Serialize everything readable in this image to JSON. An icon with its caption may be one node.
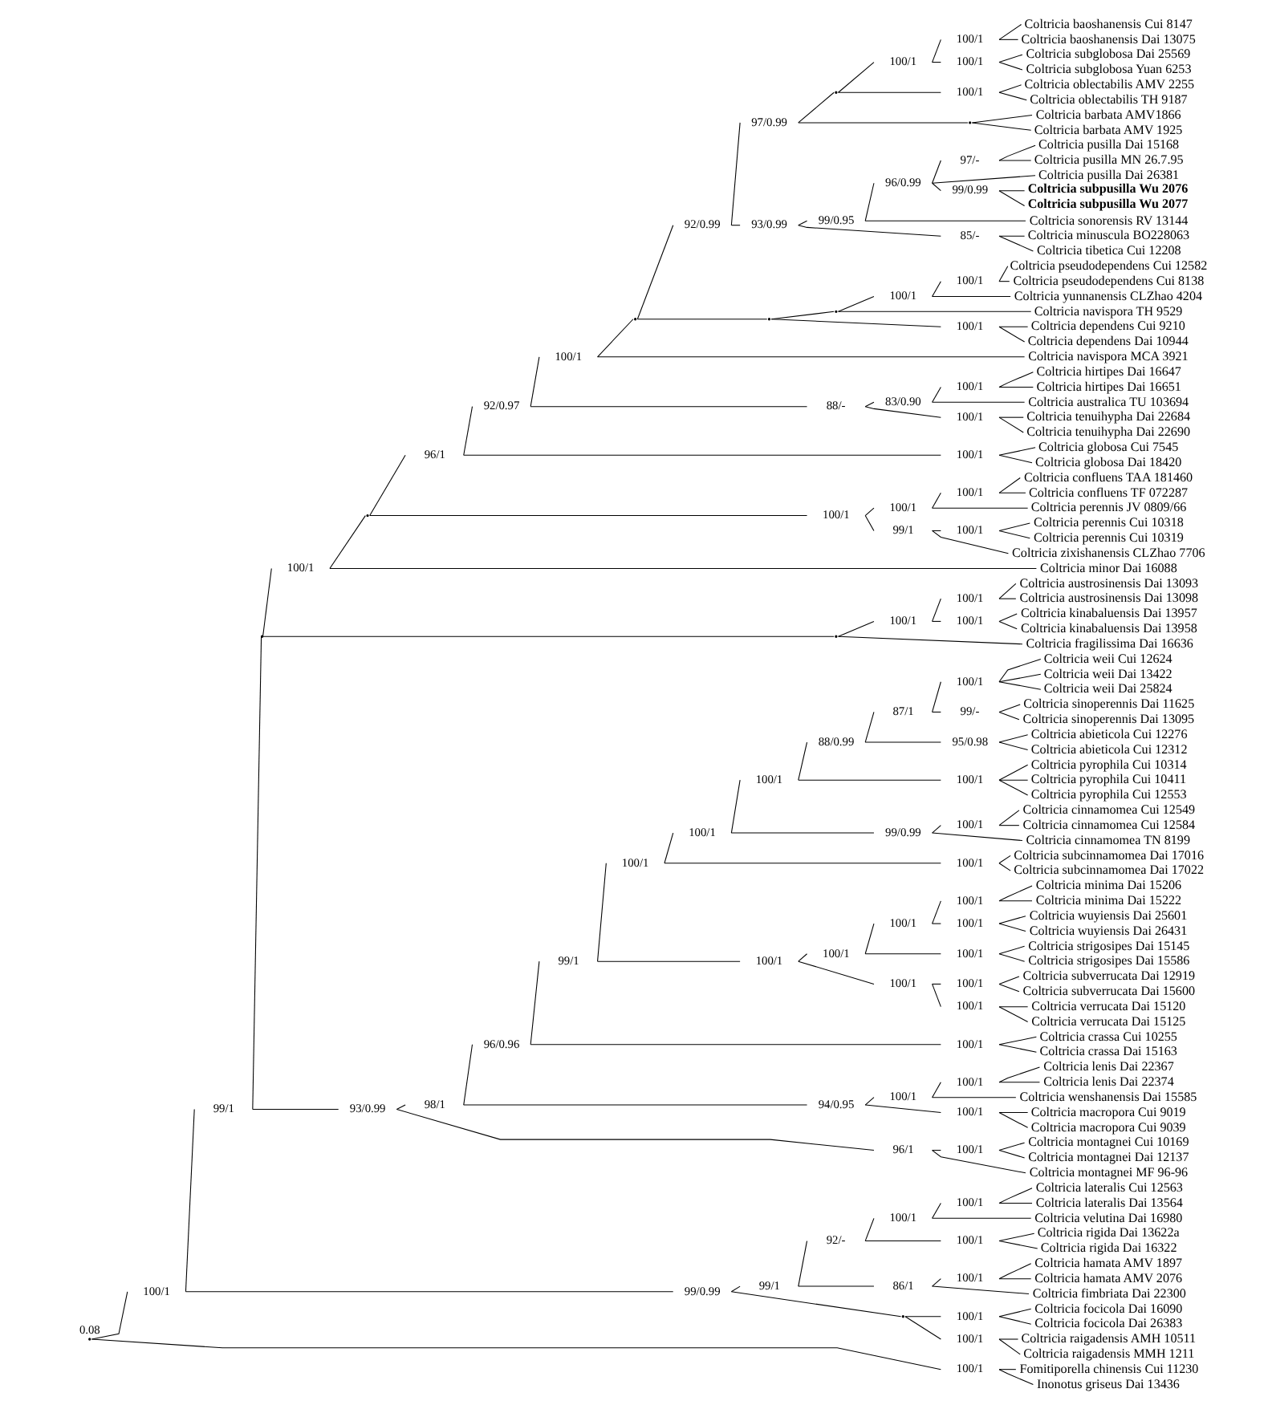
{
  "diagram": {
    "nodes": [
      {
        "text": [],
        "shape": "point"
      },
      {
        "text": [
          "100/1"
        ]
      },
      {
        "text": [
          "99/1"
        ]
      },
      {
        "text": [],
        "shape": "point"
      },
      {
        "text": [
          "100/1"
        ]
      },
      {
        "text": [],
        "shape": "point"
      },
      {
        "text": [
          "96/1"
        ]
      },
      {
        "text": [
          "92/0.97"
        ]
      },
      {
        "text": [
          "100/1"
        ]
      },
      {
        "text": [],
        "shape": "point"
      },
      {
        "text": [
          "92/0.99"
        ]
      },
      {
        "text": [
          "97/0.99"
        ]
      },
      {
        "text": [],
        "shape": "point"
      },
      {
        "text": [
          "100/1"
        ]
      },
      {
        "text": [
          "100/1"
        ]
      },
      {
        "text": [
          "*Coltricia baoshanensis* Cui 8147"
        ]
      },
      {
        "text": [
          "*Coltricia baoshanensis* Dai 13075"
        ]
      },
      {
        "text": [
          "100/1"
        ]
      },
      {
        "text": [
          "*Coltricia subglobosa* Dai 25569"
        ]
      },
      {
        "text": [
          "*Coltricia subglobosa* Yuan 6253"
        ]
      },
      {
        "text": [
          "100/1"
        ]
      },
      {
        "text": [
          "*Coltricia oblectabilis* AMV 2255"
        ]
      },
      {
        "text": [
          "*Coltricia oblectabilis* TH 9187"
        ]
      },
      {
        "text": [],
        "shape": "point"
      },
      {
        "text": [
          "*Coltricia barbata* AMV1866"
        ]
      },
      {
        "text": [
          "*Coltricia barbata* AMV 1925"
        ]
      },
      {
        "text": [
          "93/0.99"
        ]
      },
      {
        "text": [
          "99/0.95"
        ]
      },
      {
        "text": [
          "96/0.99"
        ]
      },
      {
        "text": [
          "97/-"
        ]
      },
      {
        "text": [
          "*Coltricia pusilla* Dai 15168"
        ]
      },
      {
        "text": [
          "*Coltricia pusilla* MN 26.7.95"
        ]
      },
      {
        "text": [
          "*Coltricia pusilla* Dai 26381"
        ]
      },
      {
        "text": [
          "99/0.99"
        ]
      },
      {
        "text": [
          "*Coltricia subpusilla* Wu 2076"
        ]
      },
      {
        "text": [
          "*Coltricia subpusilla* Wu 2077"
        ]
      },
      {
        "text": [
          "*Coltricia sonorensis* RV 13144"
        ]
      },
      {
        "text": [
          "85/-"
        ]
      },
      {
        "text": [
          "*Coltricia minuscula* BO228063"
        ]
      },
      {
        "text": [
          "*Coltricia tibetica* Cui 12208"
        ]
      },
      {
        "text": [],
        "shape": "point"
      },
      {
        "text": [],
        "shape": "point"
      },
      {
        "text": [
          "100/1"
        ]
      },
      {
        "text": [
          "100/1"
        ]
      },
      {
        "text": [
          "*Coltricia pseudodependens* Cui 12582"
        ]
      },
      {
        "text": [
          "*Coltricia pseudodependens* Cui 8138"
        ]
      },
      {
        "text": [
          "*Coltricia yunnanensis* CLZhao 4204"
        ]
      },
      {
        "text": [
          "*Coltricia navispora* TH 9529"
        ]
      },
      {
        "text": [
          "100/1"
        ]
      },
      {
        "text": [
          "*Coltricia dependens* Cui 9210"
        ]
      },
      {
        "text": [
          "*Coltricia dependens* Dai 10944"
        ]
      },
      {
        "text": [
          "*Coltricia navispora* MCA 3921"
        ]
      },
      {
        "text": [
          "88/-"
        ]
      },
      {
        "text": [
          "83/0.90"
        ]
      },
      {
        "text": [
          "100/1"
        ]
      },
      {
        "text": [
          "*Coltricia hirtipes* Dai 16647"
        ]
      },
      {
        "text": [
          "*Coltricia hirtipes* Dai 16651"
        ]
      },
      {
        "text": [
          "*Coltricia australica* TU 103694"
        ]
      },
      {
        "text": [
          "100/1"
        ]
      },
      {
        "text": [
          "*Coltricia tenuihypha* Dai 22684"
        ]
      },
      {
        "text": [
          "*Coltricia tenuihypha* Dai 22690"
        ]
      },
      {
        "text": [
          "100/1"
        ]
      },
      {
        "text": [
          "*Coltricia globosa* Cui 7545"
        ]
      },
      {
        "text": [
          "*Coltricia globosa* Dai 18420"
        ]
      },
      {
        "text": [
          "100/1"
        ]
      },
      {
        "text": [
          "100/1"
        ]
      },
      {
        "text": [
          "100/1"
        ]
      },
      {
        "text": [
          "*Coltricia confluens* TAA 181460"
        ]
      },
      {
        "text": [
          "*Coltricia confluens* TF 072287"
        ]
      },
      {
        "text": [
          "*Coltricia perennis* JV 0809/66"
        ]
      },
      {
        "text": [
          "99/1"
        ]
      },
      {
        "text": [
          "100/1"
        ]
      },
      {
        "text": [
          "*Coltricia perennis* Cui 10318"
        ]
      },
      {
        "text": [
          "*Coltricia perennis* Cui 10319"
        ]
      },
      {
        "text": [
          "*Coltricia zixishanensis* CLZhao 7706"
        ]
      },
      {
        "text": [
          "*Coltricia minor* Dai 16088"
        ]
      },
      {
        "text": [],
        "shape": "point"
      },
      {
        "text": [
          "100/1"
        ]
      },
      {
        "text": [
          "100/1"
        ]
      },
      {
        "text": [
          "*Coltricia austrosinensis* Dai 13093"
        ]
      },
      {
        "text": [
          "*Coltricia austrosinensis* Dai 13098"
        ]
      },
      {
        "text": [
          "100/1"
        ]
      },
      {
        "text": [
          "*Coltricia kinabaluensis* Dai 13957"
        ]
      },
      {
        "text": [
          "*Coltricia kinabaluensis* Dai 13958"
        ]
      },
      {
        "text": [
          "*Coltricia fragilissima* Dai 16636"
        ]
      },
      {
        "text": [
          "93/0.99"
        ]
      },
      {
        "text": [
          "98/1"
        ]
      },
      {
        "text": [
          "96/0.96"
        ]
      },
      {
        "text": [
          "99/1"
        ]
      },
      {
        "text": [
          "100/1"
        ]
      },
      {
        "text": [
          "100/1"
        ]
      },
      {
        "text": [
          "100/1"
        ]
      },
      {
        "text": [
          "88/0.99"
        ]
      },
      {
        "text": [
          "87/1"
        ]
      },
      {
        "text": [
          "100/1"
        ]
      },
      {
        "text": [
          "*Coltricia weii* Cui 12624"
        ]
      },
      {
        "text": [
          "*Coltricia weii* Dai 13422"
        ]
      },
      {
        "text": [
          "*Coltricia weii* Dai 25824"
        ]
      },
      {
        "text": [
          "99/-"
        ]
      },
      {
        "text": [
          "*Coltricia sinoperennis* Dai 11625"
        ]
      },
      {
        "text": [
          "*Coltricia sinoperennis* Dai 13095"
        ]
      },
      {
        "text": [
          "95/0.98"
        ]
      },
      {
        "text": [
          "*Coltricia abieticola* Cui 12276"
        ]
      },
      {
        "text": [
          "*Coltricia abieticola* Cui 12312"
        ]
      },
      {
        "text": [
          "100/1"
        ]
      },
      {
        "text": [
          "*Coltricia pyrophila* Cui 10314"
        ]
      },
      {
        "text": [
          "*Coltricia pyrophila* Cui 10411"
        ]
      },
      {
        "text": [
          "*Coltricia pyrophila* Cui 12553"
        ]
      },
      {
        "text": [
          "99/0.99"
        ]
      },
      {
        "text": [
          "100/1"
        ]
      },
      {
        "text": [
          "*Coltricia cinnamomea* Cui 12549"
        ]
      },
      {
        "text": [
          "*Coltricia cinnamomea* Cui 12584"
        ]
      },
      {
        "text": [
          "*Coltricia cinnamomea* TN 8199"
        ]
      },
      {
        "text": [
          "100/1"
        ]
      },
      {
        "text": [
          "*Coltricia subcinnamomea* Dai 17016"
        ]
      },
      {
        "text": [
          "*Coltricia subcinnamomea* Dai 17022"
        ]
      },
      {
        "text": [
          "100/1"
        ]
      },
      {
        "text": [
          "100/1"
        ]
      },
      {
        "text": [
          "100/1"
        ]
      },
      {
        "text": [
          "100/1"
        ]
      },
      {
        "text": [
          "*Coltricia minima* Dai 15206"
        ]
      },
      {
        "text": [
          "*Coltricia minima* Dai 15222"
        ]
      },
      {
        "text": [
          "100/1"
        ]
      },
      {
        "text": [
          "*Coltricia wuyiensis* Dai 25601"
        ]
      },
      {
        "text": [
          "*Coltricia wuyiensis* Dai 26431"
        ]
      },
      {
        "text": [
          "100/1"
        ]
      },
      {
        "text": [
          "*Coltricia strigosipes* Dai 15145"
        ]
      },
      {
        "text": [
          "*Coltricia strigosipes* Dai 15586"
        ]
      },
      {
        "text": [
          "100/1"
        ]
      },
      {
        "text": [
          "100/1"
        ]
      },
      {
        "text": [
          "*Coltricia subverrucata* Dai 12919"
        ]
      },
      {
        "text": [
          "*Coltricia subverrucata* Dai 15600"
        ]
      },
      {
        "text": [
          "100/1"
        ]
      },
      {
        "text": [
          "*Coltricia verrucata* Dai 15120"
        ]
      },
      {
        "text": [
          "*Coltricia verrucata* Dai 15125"
        ]
      },
      {
        "text": [
          "100/1"
        ]
      },
      {
        "text": [
          "*Coltricia crassa* Cui 10255"
        ]
      },
      {
        "text": [
          "*Coltricia crassa* Dai 15163"
        ]
      },
      {
        "text": [
          "94/0.95"
        ]
      },
      {
        "text": [
          "100/1"
        ]
      },
      {
        "text": [
          "100/1"
        ]
      },
      {
        "text": [
          "*Coltricia lenis* Dai 22367"
        ]
      },
      {
        "text": [
          "*Coltricia lenis* Dai 22374"
        ]
      },
      {
        "text": [
          "*Coltricia wenshanensis* Dai 15585"
        ]
      },
      {
        "text": [
          "100/1"
        ]
      },
      {
        "text": [
          "*Coltricia macropora* Cui 9019"
        ]
      },
      {
        "text": [
          "*Coltricia macropora* Cui 9039"
        ]
      },
      {
        "text": [
          "96/1"
        ]
      },
      {
        "text": [
          "100/1"
        ]
      },
      {
        "text": [
          "*Coltricia montagnei* Cui 10169"
        ]
      },
      {
        "text": [
          "*Coltricia montagnei* Dai 12137"
        ]
      },
      {
        "text": [
          "*Coltricia montagnei* MF 96-96"
        ]
      },
      {
        "text": [
          "99/0.99"
        ]
      },
      {
        "text": [
          "99/1"
        ]
      },
      {
        "text": [
          "92/-"
        ]
      },
      {
        "text": [
          "100/1"
        ]
      },
      {
        "text": [
          "100/1"
        ]
      },
      {
        "text": [
          "*Coltricia lateralis* Cui 12563"
        ]
      },
      {
        "text": [
          "*Coltricia lateralis* Dai 13564"
        ]
      },
      {
        "text": [
          "*Coltricia velutina* Dai 16980"
        ]
      },
      {
        "text": [
          "100/1"
        ]
      },
      {
        "text": [
          "*Coltricia rigida* Dai 13622a"
        ]
      },
      {
        "text": [
          "*Coltricia rigida* Dai 16322"
        ]
      },
      {
        "text": [
          "86/1"
        ]
      },
      {
        "text": [
          "100/1"
        ]
      },
      {
        "text": [
          "*Coltricia hamata* AMV 1897"
        ]
      },
      {
        "text": [
          "*Coltricia hamata* AMV 2076"
        ]
      },
      {
        "text": [
          "*Coltricia fimbriata* Dai 22300"
        ]
      },
      {
        "text": [],
        "shape": "point"
      },
      {
        "text": [
          "100/1"
        ]
      },
      {
        "text": [
          "*Coltricia focicola* Dai 16090"
        ]
      },
      {
        "text": [
          "*Coltricia focicola* Dai 26383"
        ]
      },
      {
        "text": [
          "100/1"
        ]
      },
      {
        "text": [
          "*Coltricia raigadensis* AMH 10511"
        ]
      },
      {
        "text": [
          "*Coltricia raigadensis* MMH 1211"
        ]
      },
      {
        "text": [
          "100/1"
        ]
      },
      {
        "text": [
          "*Fomitiporella chinensis* Cui 11230"
        ]
      },
      {
        "text": [
          "*Inonotus griseus* Dai 13436"
        ]
      }
    ],
    "edges": [
      {
        "from": 0,
        "to": 1,
        "arrow": "none"
      },
      {
        "from": 0,
        "to": 175,
        "arrow": "none"
      },
      {
        "from": 1,
        "to": 2,
        "arrow": "none"
      },
      {
        "from": 1,
        "to": 152,
        "arrow": "none"
      },
      {
        "from": 2,
        "to": 3,
        "arrow": "none"
      },
      {
        "from": 2,
        "to": 85,
        "arrow": "none"
      },
      {
        "from": 3,
        "to": 4,
        "arrow": "none"
      },
      {
        "from": 3,
        "to": 76,
        "arrow": "none"
      },
      {
        "from": 4,
        "to": 5,
        "arrow": "none"
      },
      {
        "from": 4,
        "to": 75,
        "arrow": "none"
      },
      {
        "from": 5,
        "to": 6,
        "arrow": "none"
      },
      {
        "from": 5,
        "to": 64,
        "arrow": "none"
      },
      {
        "from": 6,
        "to": 7,
        "arrow": "none"
      },
      {
        "from": 6,
        "to": 61,
        "arrow": "none"
      },
      {
        "from": 7,
        "to": 8,
        "arrow": "none"
      },
      {
        "from": 7,
        "to": 52,
        "arrow": "none"
      },
      {
        "from": 8,
        "to": 9,
        "arrow": "none"
      },
      {
        "from": 8,
        "to": 51,
        "arrow": "none"
      },
      {
        "from": 9,
        "to": 10,
        "arrow": "none"
      },
      {
        "from": 9,
        "to": 40,
        "arrow": "none"
      },
      {
        "from": 10,
        "to": 11,
        "arrow": "none"
      },
      {
        "from": 10,
        "to": 26,
        "arrow": "none"
      },
      {
        "from": 11,
        "to": 12,
        "arrow": "none"
      },
      {
        "from": 11,
        "to": 23,
        "arrow": "none"
      },
      {
        "from": 12,
        "to": 13,
        "arrow": "none"
      },
      {
        "from": 12,
        "to": 20,
        "arrow": "none"
      },
      {
        "from": 13,
        "to": 14,
        "arrow": "none"
      },
      {
        "from": 13,
        "to": 17,
        "arrow": "none"
      },
      {
        "from": 14,
        "to": 15,
        "arrow": "none"
      },
      {
        "from": 14,
        "to": 16,
        "arrow": "none"
      },
      {
        "from": 17,
        "to": 18,
        "arrow": "none"
      },
      {
        "from": 17,
        "to": 19,
        "arrow": "none"
      },
      {
        "from": 20,
        "to": 21,
        "arrow": "none"
      },
      {
        "from": 20,
        "to": 22,
        "arrow": "none"
      },
      {
        "from": 23,
        "to": 24,
        "arrow": "none"
      },
      {
        "from": 23,
        "to": 25,
        "arrow": "none"
      },
      {
        "from": 26,
        "to": 27,
        "arrow": "none"
      },
      {
        "from": 26,
        "to": 37,
        "arrow": "none"
      },
      {
        "from": 27,
        "to": 28,
        "arrow": "none"
      },
      {
        "from": 27,
        "to": 36,
        "arrow": "none"
      },
      {
        "from": 28,
        "to": 29,
        "arrow": "none"
      },
      {
        "from": 28,
        "to": 32,
        "arrow": "none"
      },
      {
        "from": 28,
        "to": 33,
        "arrow": "none"
      },
      {
        "from": 29,
        "to": 30,
        "arrow": "none"
      },
      {
        "from": 29,
        "to": 31,
        "arrow": "none"
      },
      {
        "from": 33,
        "to": 34,
        "arrow": "none"
      },
      {
        "from": 33,
        "to": 35,
        "arrow": "none"
      },
      {
        "from": 37,
        "to": 38,
        "arrow": "none"
      },
      {
        "from": 37,
        "to": 39,
        "arrow": "none"
      },
      {
        "from": 40,
        "to": 41,
        "arrow": "none"
      },
      {
        "from": 40,
        "to": 48,
        "arrow": "none"
      },
      {
        "from": 41,
        "to": 42,
        "arrow": "none"
      },
      {
        "from": 41,
        "to": 47,
        "arrow": "none"
      },
      {
        "from": 42,
        "to": 43,
        "arrow": "none"
      },
      {
        "from": 42,
        "to": 46,
        "arrow": "none"
      },
      {
        "from": 43,
        "to": 44,
        "arrow": "none"
      },
      {
        "from": 43,
        "to": 45,
        "arrow": "none"
      },
      {
        "from": 48,
        "to": 49,
        "arrow": "none"
      },
      {
        "from": 48,
        "to": 50,
        "arrow": "none"
      },
      {
        "from": 52,
        "to": 53,
        "arrow": "none"
      },
      {
        "from": 52,
        "to": 58,
        "arrow": "none"
      },
      {
        "from": 53,
        "to": 54,
        "arrow": "none"
      },
      {
        "from": 53,
        "to": 57,
        "arrow": "none"
      },
      {
        "from": 54,
        "to": 55,
        "arrow": "none"
      },
      {
        "from": 54,
        "to": 56,
        "arrow": "none"
      },
      {
        "from": 58,
        "to": 59,
        "arrow": "none"
      },
      {
        "from": 58,
        "to": 60,
        "arrow": "none"
      },
      {
        "from": 61,
        "to": 62,
        "arrow": "none"
      },
      {
        "from": 61,
        "to": 63,
        "arrow": "none"
      },
      {
        "from": 64,
        "to": 65,
        "arrow": "none"
      },
      {
        "from": 64,
        "to": 70,
        "arrow": "none"
      },
      {
        "from": 65,
        "to": 66,
        "arrow": "none"
      },
      {
        "from": 65,
        "to": 69,
        "arrow": "none"
      },
      {
        "from": 66,
        "to": 67,
        "arrow": "none"
      },
      {
        "from": 66,
        "to": 68,
        "arrow": "none"
      },
      {
        "from": 70,
        "to": 71,
        "arrow": "none"
      },
      {
        "from": 70,
        "to": 74,
        "arrow": "none"
      },
      {
        "from": 71,
        "to": 72,
        "arrow": "none"
      },
      {
        "from": 71,
        "to": 73,
        "arrow": "none"
      },
      {
        "from": 76,
        "to": 77,
        "arrow": "none"
      },
      {
        "from": 76,
        "to": 84,
        "arrow": "none"
      },
      {
        "from": 77,
        "to": 78,
        "arrow": "none"
      },
      {
        "from": 77,
        "to": 81,
        "arrow": "none"
      },
      {
        "from": 78,
        "to": 79,
        "arrow": "none"
      },
      {
        "from": 78,
        "to": 80,
        "arrow": "none"
      },
      {
        "from": 81,
        "to": 82,
        "arrow": "none"
      },
      {
        "from": 81,
        "to": 83,
        "arrow": "none"
      },
      {
        "from": 85,
        "to": 86,
        "arrow": "none"
      },
      {
        "from": 85,
        "to": 147,
        "arrow": "none"
      },
      {
        "from": 86,
        "to": 87,
        "arrow": "none"
      },
      {
        "from": 86,
        "to": 138,
        "arrow": "none"
      },
      {
        "from": 87,
        "to": 88,
        "arrow": "none"
      },
      {
        "from": 87,
        "to": 135,
        "arrow": "none"
      },
      {
        "from": 88,
        "to": 89,
        "arrow": "none"
      },
      {
        "from": 88,
        "to": 116,
        "arrow": "none"
      },
      {
        "from": 89,
        "to": 90,
        "arrow": "none"
      },
      {
        "from": 89,
        "to": 113,
        "arrow": "none"
      },
      {
        "from": 90,
        "to": 91,
        "arrow": "none"
      },
      {
        "from": 90,
        "to": 108,
        "arrow": "none"
      },
      {
        "from": 91,
        "to": 92,
        "arrow": "none"
      },
      {
        "from": 91,
        "to": 104,
        "arrow": "none"
      },
      {
        "from": 92,
        "to": 93,
        "arrow": "none"
      },
      {
        "from": 92,
        "to": 101,
        "arrow": "none"
      },
      {
        "from": 93,
        "to": 94,
        "arrow": "none"
      },
      {
        "from": 93,
        "to": 98,
        "arrow": "none"
      },
      {
        "from": 94,
        "to": 95,
        "arrow": "none"
      },
      {
        "from": 94,
        "to": 96,
        "arrow": "none"
      },
      {
        "from": 94,
        "to": 97,
        "arrow": "none"
      },
      {
        "from": 98,
        "to": 99,
        "arrow": "none"
      },
      {
        "from": 98,
        "to": 100,
        "arrow": "none"
      },
      {
        "from": 101,
        "to": 102,
        "arrow": "none"
      },
      {
        "from": 101,
        "to": 103,
        "arrow": "none"
      },
      {
        "from": 104,
        "to": 105,
        "arrow": "none"
      },
      {
        "from": 104,
        "to": 106,
        "arrow": "none"
      },
      {
        "from": 104,
        "to": 107,
        "arrow": "none"
      },
      {
        "from": 108,
        "to": 109,
        "arrow": "none"
      },
      {
        "from": 108,
        "to": 112,
        "arrow": "none"
      },
      {
        "from": 109,
        "to": 110,
        "arrow": "none"
      },
      {
        "from": 109,
        "to": 111,
        "arrow": "none"
      },
      {
        "from": 113,
        "to": 114,
        "arrow": "none"
      },
      {
        "from": 113,
        "to": 115,
        "arrow": "none"
      },
      {
        "from": 116,
        "to": 117,
        "arrow": "none"
      },
      {
        "from": 116,
        "to": 128,
        "arrow": "none"
      },
      {
        "from": 117,
        "to": 118,
        "arrow": "none"
      },
      {
        "from": 117,
        "to": 125,
        "arrow": "none"
      },
      {
        "from": 118,
        "to": 119,
        "arrow": "none"
      },
      {
        "from": 118,
        "to": 122,
        "arrow": "none"
      },
      {
        "from": 119,
        "to": 120,
        "arrow": "none"
      },
      {
        "from": 119,
        "to": 121,
        "arrow": "none"
      },
      {
        "from": 122,
        "to": 123,
        "arrow": "none"
      },
      {
        "from": 122,
        "to": 124,
        "arrow": "none"
      },
      {
        "from": 125,
        "to": 126,
        "arrow": "none"
      },
      {
        "from": 125,
        "to": 127,
        "arrow": "none"
      },
      {
        "from": 128,
        "to": 129,
        "arrow": "none"
      },
      {
        "from": 128,
        "to": 132,
        "arrow": "none"
      },
      {
        "from": 129,
        "to": 130,
        "arrow": "none"
      },
      {
        "from": 129,
        "to": 131,
        "arrow": "none"
      },
      {
        "from": 132,
        "to": 133,
        "arrow": "none"
      },
      {
        "from": 132,
        "to": 134,
        "arrow": "none"
      },
      {
        "from": 135,
        "to": 136,
        "arrow": "none"
      },
      {
        "from": 135,
        "to": 137,
        "arrow": "none"
      },
      {
        "from": 138,
        "to": 139,
        "arrow": "none"
      },
      {
        "from": 138,
        "to": 144,
        "arrow": "none"
      },
      {
        "from": 139,
        "to": 140,
        "arrow": "none"
      },
      {
        "from": 139,
        "to": 143,
        "arrow": "none"
      },
      {
        "from": 140,
        "to": 141,
        "arrow": "none"
      },
      {
        "from": 140,
        "to": 142,
        "arrow": "none"
      },
      {
        "from": 144,
        "to": 145,
        "arrow": "none"
      },
      {
        "from": 144,
        "to": 146,
        "arrow": "none"
      },
      {
        "from": 147,
        "to": 148,
        "arrow": "none"
      },
      {
        "from": 147,
        "to": 151,
        "arrow": "none"
      },
      {
        "from": 148,
        "to": 149,
        "arrow": "none"
      },
      {
        "from": 148,
        "to": 150,
        "arrow": "none"
      },
      {
        "from": 152,
        "to": 153,
        "arrow": "none"
      },
      {
        "from": 152,
        "to": 168,
        "arrow": "none"
      },
      {
        "from": 153,
        "to": 154,
        "arrow": "none"
      },
      {
        "from": 153,
        "to": 163,
        "arrow": "none"
      },
      {
        "from": 154,
        "to": 155,
        "arrow": "none"
      },
      {
        "from": 154,
        "to": 160,
        "arrow": "none"
      },
      {
        "from": 155,
        "to": 156,
        "arrow": "none"
      },
      {
        "from": 155,
        "to": 159,
        "arrow": "none"
      },
      {
        "from": 156,
        "to": 157,
        "arrow": "none"
      },
      {
        "from": 156,
        "to": 158,
        "arrow": "none"
      },
      {
        "from": 160,
        "to": 161,
        "arrow": "none"
      },
      {
        "from": 160,
        "to": 162,
        "arrow": "none"
      },
      {
        "from": 163,
        "to": 164,
        "arrow": "none"
      },
      {
        "from": 163,
        "to": 167,
        "arrow": "none"
      },
      {
        "from": 164,
        "to": 165,
        "arrow": "none"
      },
      {
        "from": 164,
        "to": 166,
        "arrow": "none"
      },
      {
        "from": 168,
        "to": 169,
        "arrow": "none"
      },
      {
        "from": 168,
        "to": 172,
        "arrow": "none"
      },
      {
        "from": 169,
        "to": 170,
        "arrow": "none"
      },
      {
        "from": 169,
        "to": 171,
        "arrow": "none"
      },
      {
        "from": 172,
        "to": 173,
        "arrow": "none"
      },
      {
        "from": 172,
        "to": 174,
        "arrow": "none"
      },
      {
        "from": 175,
        "to": 176,
        "arrow": "none"
      },
      {
        "from": 175,
        "to": 177,
        "arrow": "none"
      }
    ],
    "labels": [
      "0.08"
    ]
  }
}
